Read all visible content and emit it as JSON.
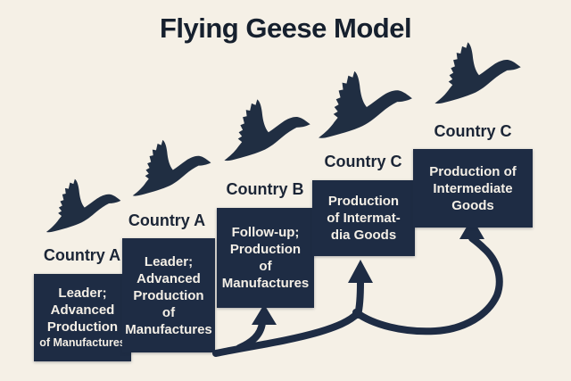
{
  "title": "Flying Geese Model",
  "colors": {
    "background": "#f5f0e6",
    "ink_navy": "#1e2c44",
    "box_background": "#1e2c44",
    "box_text": "#f4efe6"
  },
  "icons": {
    "goose": "goose-silhouette-icon",
    "arrow": "curved-up-arrow"
  },
  "countries": [
    {
      "label": "Country A",
      "box_lines": [
        "Leader;",
        "Advanced",
        "Production",
        "of Manufactures"
      ]
    },
    {
      "label": "Country A",
      "box_lines": [
        "Leader;",
        "Advanced",
        "Production",
        "of",
        "Manufactures"
      ]
    },
    {
      "label": "Country B",
      "box_lines": [
        "Follow-up;",
        "Production",
        "of",
        "Manufactures"
      ]
    },
    {
      "label": "Country C",
      "box_lines": [
        "Production",
        "of Intermat-",
        "dia Goods"
      ]
    },
    {
      "label": "Country C",
      "box_lines": [
        "Production of",
        "Intermediate",
        "Goods"
      ]
    }
  ]
}
